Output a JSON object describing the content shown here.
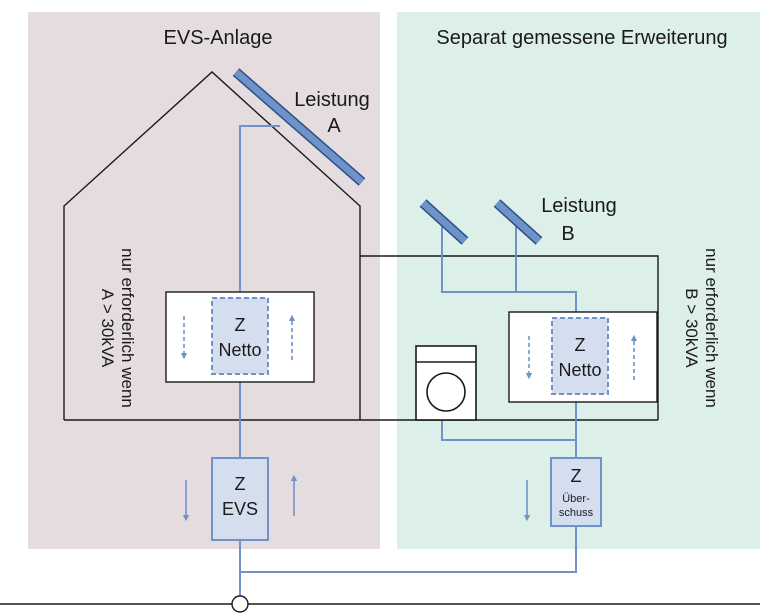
{
  "left_panel": {
    "title": "EVS-Anlage",
    "color": "#e4dcdf"
  },
  "right_panel": {
    "title": "Separat gemessene Erweiterung",
    "color": "#dcefe8"
  },
  "pv_a": {
    "label_line1": "Leistung",
    "label_line2": "A"
  },
  "pv_b": {
    "label_line1": "Leistung",
    "label_line2": "B"
  },
  "note_a": {
    "line1": "nur erforderlich wenn",
    "line2": "A > 30kVA"
  },
  "note_b": {
    "line1": "nur erforderlich wenn",
    "line2": "B > 30kVA"
  },
  "meter_netto_a": {
    "line1": "Z",
    "line2": "Netto"
  },
  "meter_netto_b": {
    "line1": "Z",
    "line2": "Netto"
  },
  "meter_evs": {
    "line1": "Z",
    "line2": "EVS"
  },
  "meter_ueberschuss": {
    "line1": "Z",
    "line2": "Über-",
    "line3": "schuss"
  },
  "colors": {
    "wire": "#6f93c9",
    "panel_stroke": "#2a4f87",
    "meter_fill": "#d5deee",
    "outline": "#1a1a1a"
  }
}
